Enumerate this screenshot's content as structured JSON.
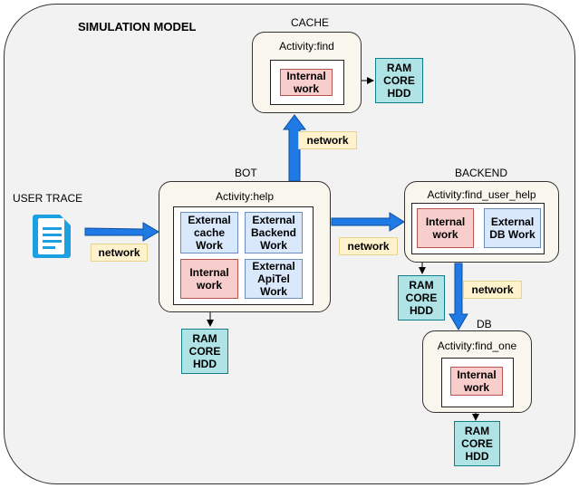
{
  "title": "SIMULATION MODEL",
  "user_trace": {
    "label": "USER TRACE",
    "icon": "document-icon"
  },
  "network_label": "network",
  "resources_label": "RAM\nCORE\nHDD",
  "bot": {
    "name": "BOT",
    "activity": "Activity:help",
    "works": [
      "External\ncache\nWork",
      "External\nBackend\nWork",
      "Internal\nwork",
      "External\nApiTel\nWork"
    ]
  },
  "cache": {
    "name": "CACHE",
    "activity": "Activity:find",
    "work": "Internal\nwork"
  },
  "backend": {
    "name": "BACKEND",
    "activity": "Activity:find_user_help",
    "works": [
      "Internal\nwork",
      "External\nDB Work"
    ]
  },
  "db": {
    "name": "DB",
    "activity": "Activity:find_one",
    "work": "Internal\nwork"
  },
  "colors": {
    "external": "#dae8fc",
    "internal": "#f8cecc",
    "resource": "#b0e3e6",
    "network": "#fff2cc",
    "arrow": "#1f7ae6",
    "service": "#f9f7ed"
  }
}
